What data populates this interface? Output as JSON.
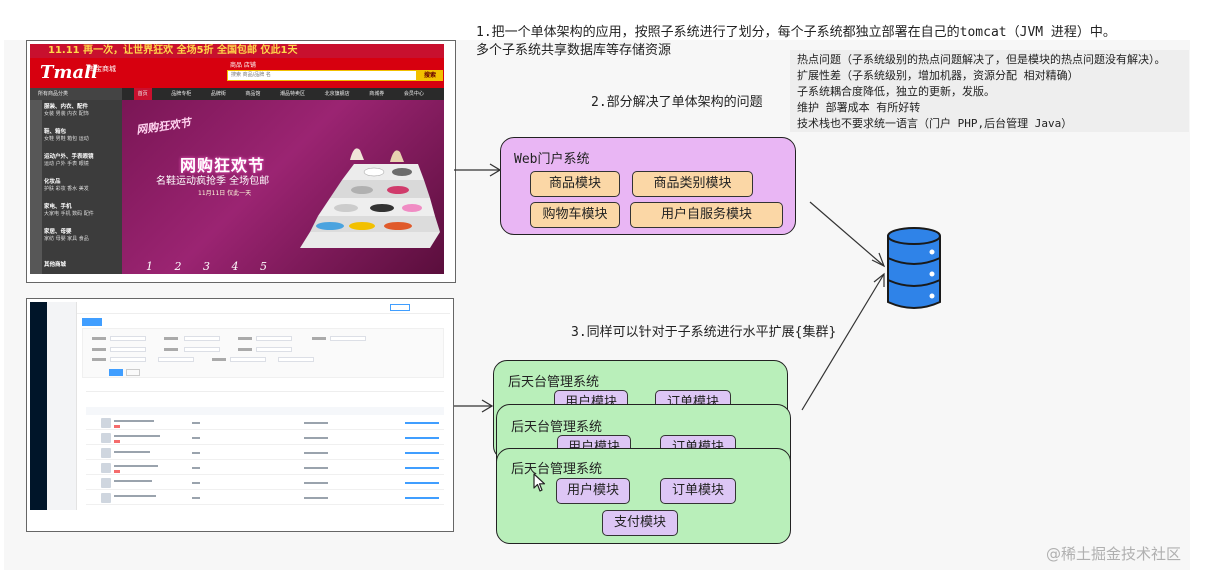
{
  "annotations": {
    "point1_line1": "1.把一个单体架构的应用，按照子系统进行了划分，每个子系统都独立部署在自己的tomcat（JVM 进程）中。",
    "point1_line2": "多个子系统共享数据库等存储资源",
    "point2": "2.部分解决了单体架构的问题",
    "point3": "3.同样可以针对于子系统进行水平扩展{集群}",
    "benefits": [
      "热点问题（子系统级别的热点问题解决了，但是模块的热点问题没有解决）。",
      "扩展性差（子系统级别，增加机器，资源分配 相对精确）",
      "子系统耦合度降低，独立的更新，发版。",
      "维护 部署成本 有所好转",
      "技术栈也不要求统一语言（门户 PHP,后台管理 Java）"
    ]
  },
  "web_portal": {
    "title": "Web门户系统",
    "modules": [
      "商品模块",
      "商品类别模块",
      "购物车模块",
      "用户自服务模块"
    ]
  },
  "backend": {
    "title": "后天台管理系统",
    "modules": [
      "用户模块",
      "订单模块",
      "支付模块"
    ]
  },
  "tmall": {
    "top_banner": "11.11  再一次，让世界狂欢  全场5折  全国包邮  仅此1天",
    "logo": "Tmall",
    "logo_sub": "淘宝商城",
    "search_label": "商品    店铺",
    "search_placeholder": "搜索 商品/品牌 名",
    "search_button": "搜索",
    "nav_category": "所有商品分类",
    "nav_items": [
      "首页",
      "品牌专柜",
      "品牌街",
      "商品馆",
      "潮品特卖区",
      "北京旗舰店",
      "商城券",
      "会员中心"
    ],
    "side_categories": [
      {
        "title": "服装、内衣、配件",
        "sub": "女装 男装 内衣 配饰"
      },
      {
        "title": "鞋、箱包",
        "sub": "女鞋 男鞋 箱包 运动"
      },
      {
        "title": "运动户外、手表眼镜",
        "sub": "运动 户外 手表 眼镜"
      },
      {
        "title": "化妆品",
        "sub": "护肤 彩妆 香水 美发"
      },
      {
        "title": "家电、手机",
        "sub": "大家电 手机 数码 配件"
      },
      {
        "title": "家居、母婴",
        "sub": "家纺 母婴 家具 食品"
      },
      {
        "title": "其他商城",
        "sub": ""
      }
    ],
    "fest_small": "网购狂欢节",
    "fest_title": "网购狂欢节",
    "fest_subtitle": "名鞋运动疯抢季 全场包邮",
    "fest_date": "11月11日 仅此一天",
    "pages": "1 2 3 4 5"
  },
  "watermark": "@稀土掘金技术社区",
  "colors": {
    "web_system_bg": "#e9b6f4",
    "backend_bg": "#b9efba",
    "orange_module": "#fbd7a6",
    "purple_module": "#ddc6f5",
    "database": "#2f83e8"
  }
}
